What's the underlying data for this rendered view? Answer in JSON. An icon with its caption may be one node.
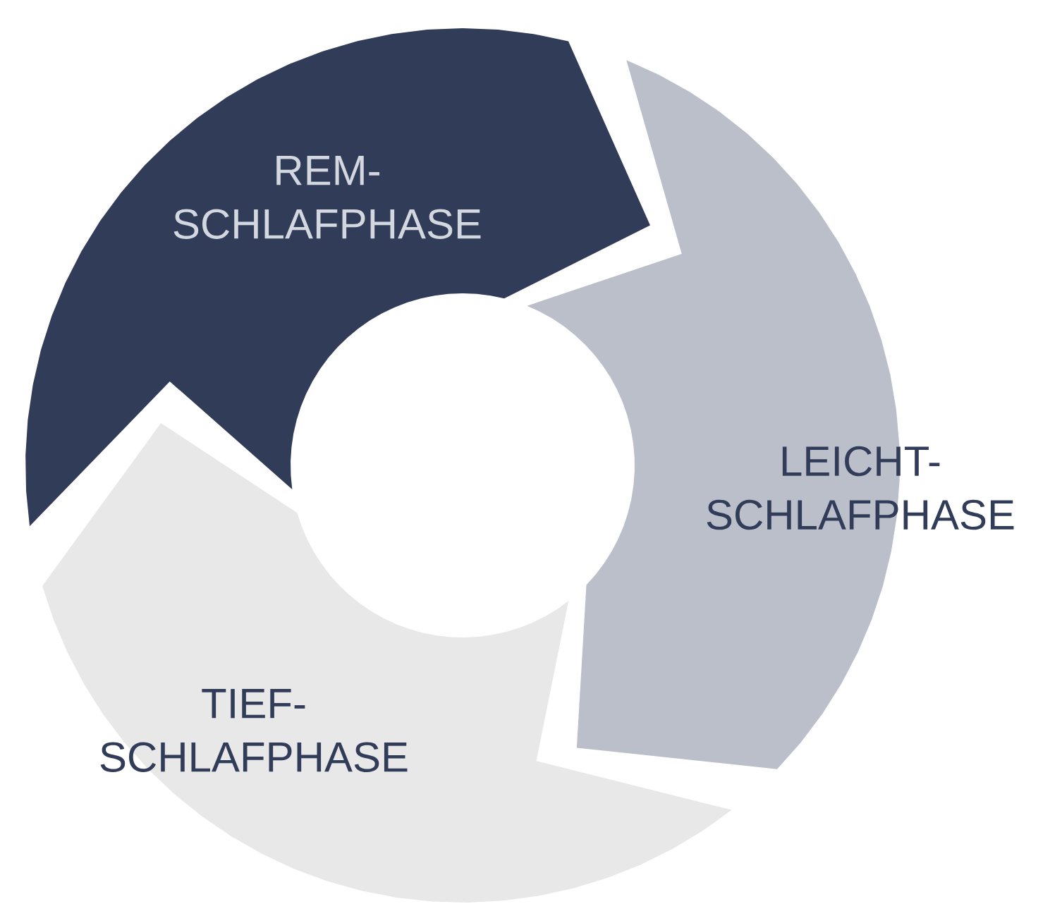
{
  "diagram": {
    "nodes": [
      {
        "text": [
          "REM- SCHLAFPHASE"
        ]
      },
      {
        "text": [
          "LEICHT- SCHLAFPHASE"
        ]
      },
      {
        "text": [
          "TIEF- SCHLAFPHASE"
        ]
      }
    ]
  }
}
